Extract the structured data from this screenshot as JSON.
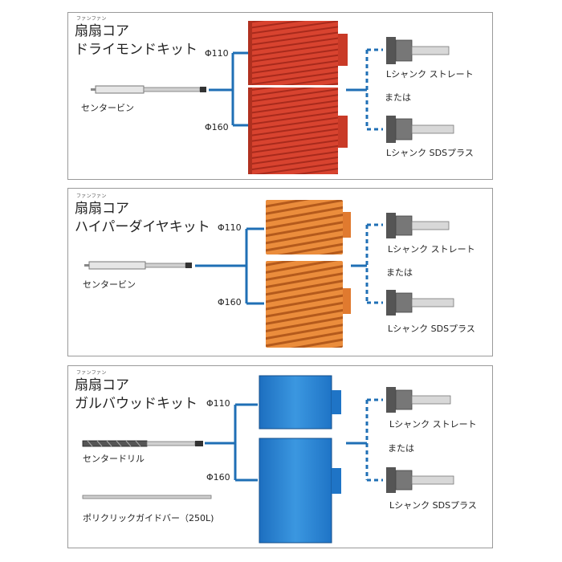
{
  "panels": [
    {
      "ruby": "ファンファン",
      "title_line1": "扇扇コア",
      "title_line2": "ドライモンドキット",
      "bit_label": "センタービン",
      "dia_small": "Φ110",
      "dia_large": "Φ160",
      "shank_straight": "Lシャンク ストレート",
      "or_text": "または",
      "shank_sds": "Lシャンク SDSプラス",
      "core_color": "#d8432f"
    },
    {
      "ruby": "ファンファン",
      "title_line1": "扇扇コア",
      "title_line2": "ハイパーダイヤキット",
      "bit_label": "センタービン",
      "dia_small": "Φ110",
      "dia_large": "Φ160",
      "shank_straight": "Lシャンク ストレート",
      "or_text": "または",
      "shank_sds": "Lシャンク SDSプラス",
      "core_color": "#e8873a"
    },
    {
      "ruby": "ファンファン",
      "title_line1": "扇扇コア",
      "title_line2": "ガルバウッドキット",
      "bit_label": "センタードリル",
      "guide_label": "ポリクリックガイドバー（250L)",
      "dia_small": "Φ110",
      "dia_large": "Φ160",
      "shank_straight": "Lシャンク ストレート",
      "or_text": "または",
      "shank_sds": "Lシャンク SDSプラス",
      "core_color": "#2f86d4"
    }
  ],
  "colors": {
    "connector": "#1f6fb5",
    "border": "#9a9a9a"
  }
}
